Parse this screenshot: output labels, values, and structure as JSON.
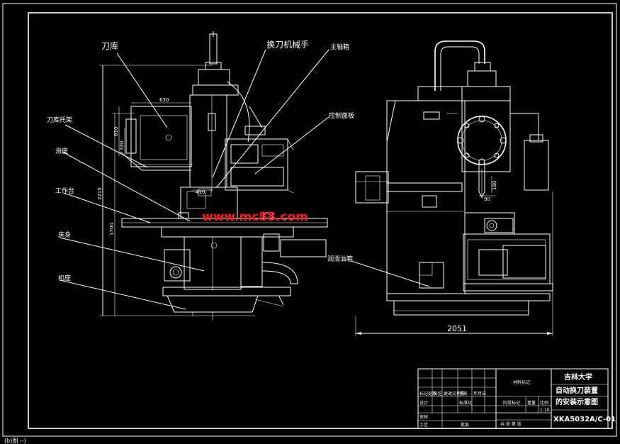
{
  "left_view": {
    "labels": {
      "tool_magazine": "刀库",
      "tool_change_manipulator": "换刀机械手",
      "spindle_box": "主轴箱",
      "control_panel": "控制面板",
      "magazine_bracket": "刀库托架",
      "saddle": "滑座",
      "worktable": "工作台",
      "bed": "床身",
      "base": "机座"
    },
    "dimensions": {
      "d630": "630",
      "d610": "610",
      "d330": "330",
      "d410": "410",
      "d2215": "2215",
      "d1700": "1700"
    }
  },
  "right_view": {
    "labels": {
      "lubrication_pump": "润滑油箱"
    },
    "dimensions": {
      "d2051": "2051",
      "d90": "90",
      "d180": "180"
    }
  },
  "watermark": "www.mc88.com",
  "title_block": {
    "university": "吉林大学",
    "title_line1": "自动换刀装置",
    "title_line2": "的安装示意图",
    "drawing_number": "XKA5032A/C-01",
    "scale": "1:10",
    "material_mark": "材料标记",
    "weight_label": "重量",
    "scale_label": "比例",
    "row_labels": [
      "标记处数",
      "分区",
      "更改文件号",
      "签名",
      "年月日"
    ],
    "designer_label": "设计",
    "standardization_label": "标准化",
    "stage_mark_label": "阶段标记",
    "review_label": "审核",
    "process_label": "工艺",
    "approve_label": "批准",
    "sheet_total": "共 张 第 张"
  },
  "status_text": "(b)图 --)"
}
